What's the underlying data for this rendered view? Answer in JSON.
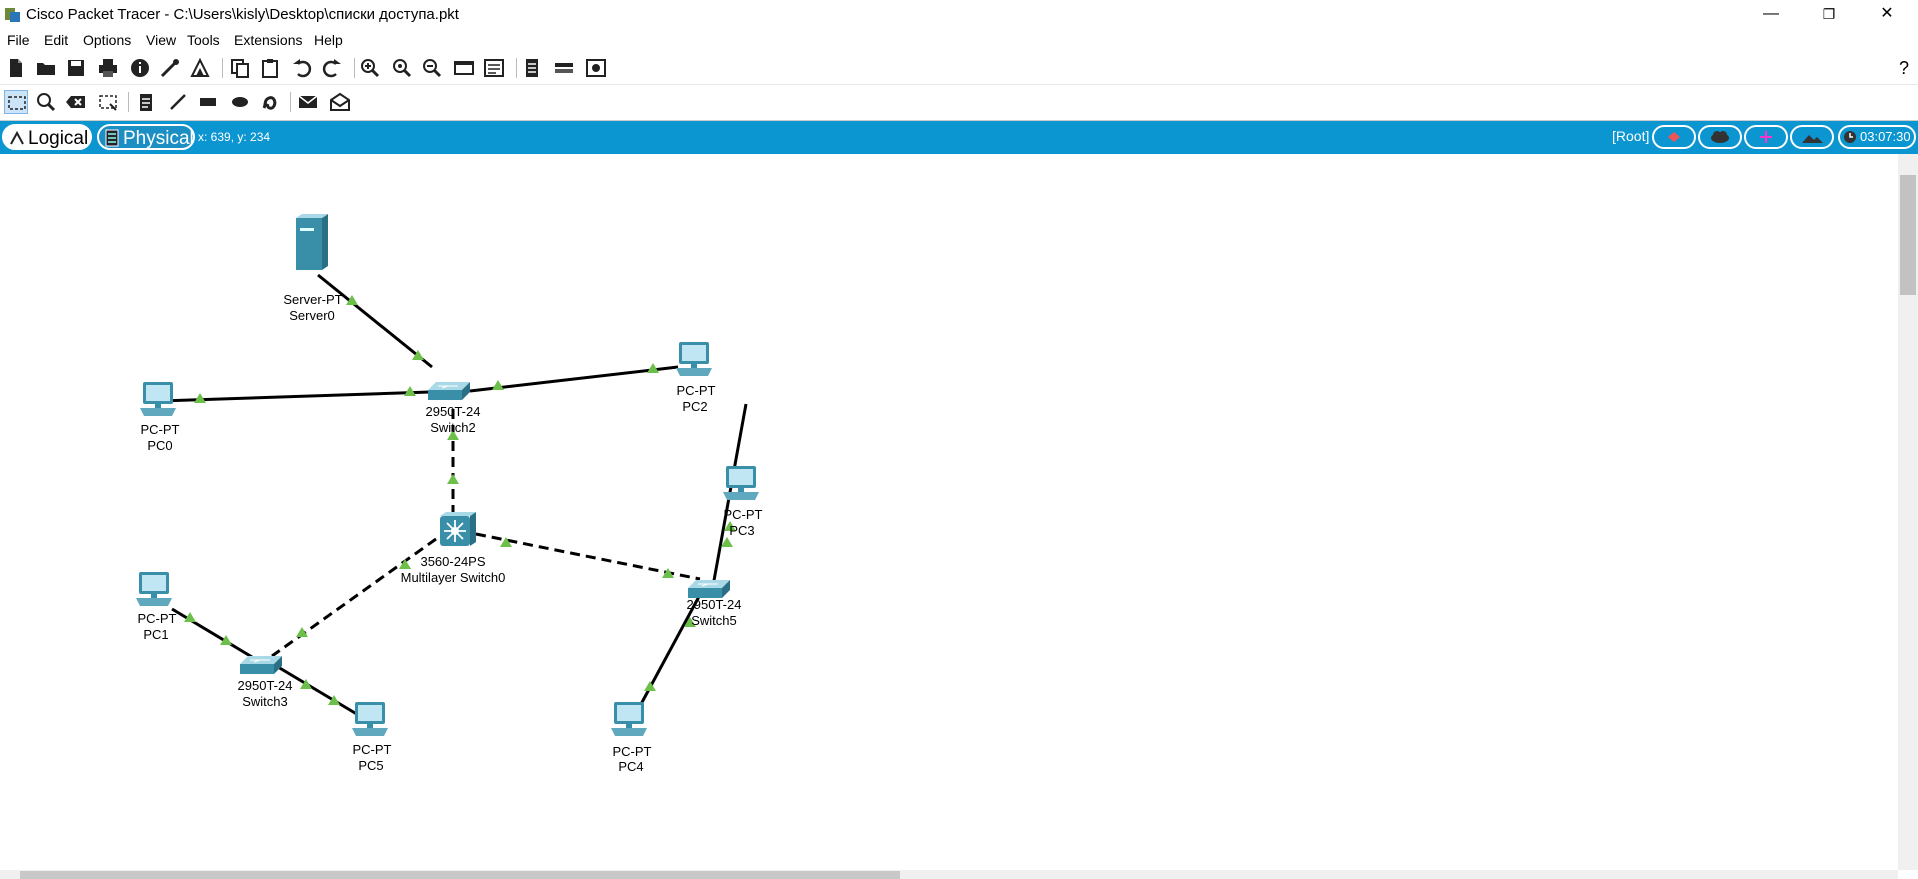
{
  "window": {
    "title": "Cisco Packet Tracer - C:\\Users\\kisly\\Desktop\\списки доступа.pkt",
    "minimize": "—",
    "maximize": "❐",
    "close": "✕"
  },
  "menu": [
    "File",
    "Edit",
    "Options",
    "View",
    "Tools",
    "Extensions",
    "Help"
  ],
  "toolbar": {
    "main_icons": [
      "new-file-icon",
      "open-folder-icon",
      "save-icon",
      "print-icon",
      "info-icon",
      "network-wizard-icon",
      "activity-wizard-icon",
      "copy-icon",
      "paste-icon",
      "undo-icon",
      "redo-icon",
      "zoom-in-icon",
      "zoom-reset-icon",
      "zoom-out-icon",
      "drawing-palette-icon",
      "custom-device-dialog-icon",
      "pdu-list-icon",
      "cluster-icon",
      "view-image-icon"
    ],
    "help_icon": "help-icon",
    "help_label": "?",
    "tools_icons": [
      "select-icon",
      "inspect-icon",
      "delete-icon",
      "resize-shape-icon",
      "place-note-icon",
      "draw-line-icon",
      "draw-rectangle-icon",
      "draw-ellipse-icon",
      "freeform-icon",
      "simple-pdu-icon",
      "complex-pdu-icon"
    ]
  },
  "workspace_bar": {
    "logical_label": "Logical",
    "physical_label": "Physical",
    "coords": "x: 639, y: 234",
    "root_label": "[Root]",
    "time": "03:07:30",
    "active_view": "Logical",
    "bar_color": "#0b95d1"
  },
  "devices": {
    "server0": {
      "model": "Server-PT",
      "name": "Server0"
    },
    "switch2": {
      "model": "2950T-24",
      "name": "Switch2"
    },
    "pc0": {
      "model": "PC-PT",
      "name": "PC0"
    },
    "pc2": {
      "model": "PC-PT",
      "name": "PC2"
    },
    "mls0": {
      "model": "3560-24PS",
      "name": "Multilayer Switch0"
    },
    "pc3": {
      "model": "PC-PT",
      "name": "PC3"
    },
    "switch5": {
      "model": "2950T-24",
      "name": "Switch5"
    },
    "pc1": {
      "model": "PC-PT",
      "name": "PC1"
    },
    "switch3": {
      "model": "2950T-24",
      "name": "Switch3"
    },
    "pc5": {
      "model": "PC-PT",
      "name": "PC5"
    },
    "pc4": {
      "model": "PC-PT",
      "name": "PC4"
    }
  },
  "links": [
    {
      "from": "Server0",
      "to": "Switch2",
      "type": "straight",
      "status": "up"
    },
    {
      "from": "PC0",
      "to": "Switch2",
      "type": "straight",
      "status": "up"
    },
    {
      "from": "PC2",
      "to": "Switch2",
      "type": "straight",
      "status": "up"
    },
    {
      "from": "Multilayer Switch0",
      "to": "Switch2",
      "type": "crossover",
      "status": "up"
    },
    {
      "from": "Multilayer Switch0",
      "to": "Switch5",
      "type": "crossover",
      "status": "up"
    },
    {
      "from": "Multilayer Switch0",
      "to": "Switch3",
      "type": "crossover",
      "status": "up"
    },
    {
      "from": "PC3",
      "to": "Switch5",
      "type": "straight",
      "status": "up"
    },
    {
      "from": "PC4",
      "to": "Switch5",
      "type": "straight",
      "status": "up"
    },
    {
      "from": "PC1",
      "to": "Switch3",
      "type": "straight",
      "status": "up"
    },
    {
      "from": "PC5",
      "to": "Switch3",
      "type": "straight",
      "status": "up"
    }
  ],
  "colors": {
    "link_up": "#6cc04a",
    "device": "#3a8fa8"
  }
}
